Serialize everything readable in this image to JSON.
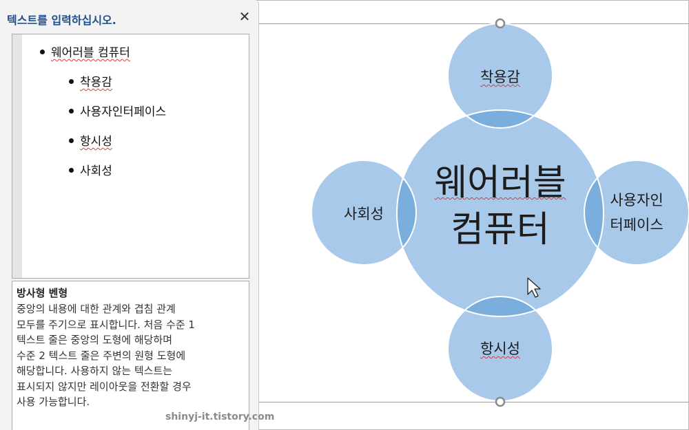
{
  "text_pane": {
    "title": "텍스트를 입력하십시오.",
    "close_label": "✕",
    "items": [
      {
        "level": 1,
        "text": "웨어러블 컴퓨터"
      },
      {
        "level": 2,
        "text": "착용감"
      },
      {
        "level": 2,
        "text": "사용자인터페이스"
      },
      {
        "level": 2,
        "text": "항시성"
      },
      {
        "level": 2,
        "text": "사회성"
      }
    ]
  },
  "description": {
    "title": "방사형 벤형",
    "lines": [
      "중앙의 내용에 대한 관계와 겹침 관계",
      "모두를 주기으로 표시합니다. 처음 수준 1",
      "텍스트 줄은 중앙의 도형에 해당하며",
      "수준 2 텍스트 줄은 주변의 원형 도형에",
      "해당합니다. 사용하지 않는 텍스트는",
      "표시되지 않지만 레이아웃을 전환할 경우",
      "사용 가능합니다."
    ]
  },
  "diagram": {
    "center": {
      "line1": "웨어러블",
      "line2": "컴퓨터"
    },
    "top": "착용감",
    "right": {
      "line1": "사용자인",
      "line2": "터페이스"
    },
    "bottom": "항시성",
    "left": "사회성",
    "colors": {
      "fill": "#a9c9ea",
      "overlap": "#7aaedd",
      "stroke": "#ffffff",
      "handle": "#8a8a8a"
    }
  },
  "watermark": "shinyj-it.tistory.com"
}
